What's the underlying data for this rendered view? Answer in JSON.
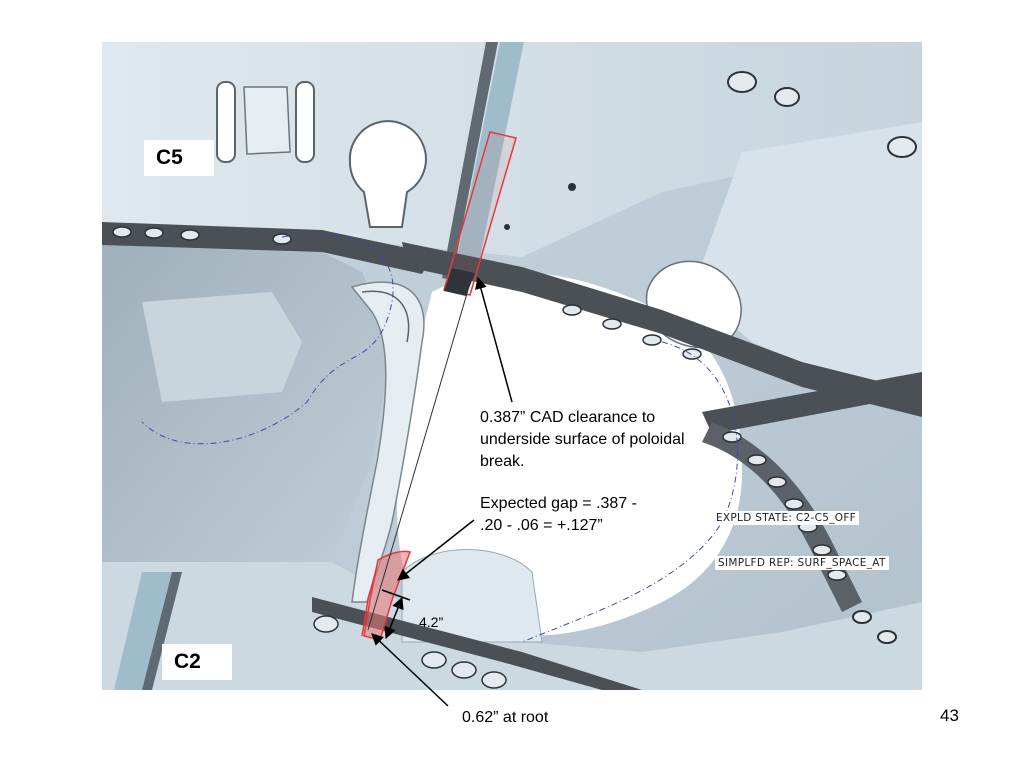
{
  "labels": {
    "c5": "C5",
    "c2": "C2"
  },
  "callouts": {
    "clearance": "0.387” CAD clearance to underside surface of poloidal break.",
    "expected_gap_line1": "Expected gap = .387 -",
    "expected_gap_line2": ".20 - .06 = +.127”",
    "dimension": "4.2”",
    "root": "0.62” at root"
  },
  "cad_status": {
    "exploded_state": "EXPLD STATE: C2-C5_OFF",
    "simplified_rep": "SIMPLFD REP: SURF_SPACE_AT"
  },
  "slide_number": "43",
  "colors": {
    "steel_light": "#d4dfe7",
    "steel_mid": "#b7c6d1",
    "steel_dark": "#4a5056",
    "highlight_red": "#e23a3a",
    "insulation_blue": "#9fbccb"
  }
}
